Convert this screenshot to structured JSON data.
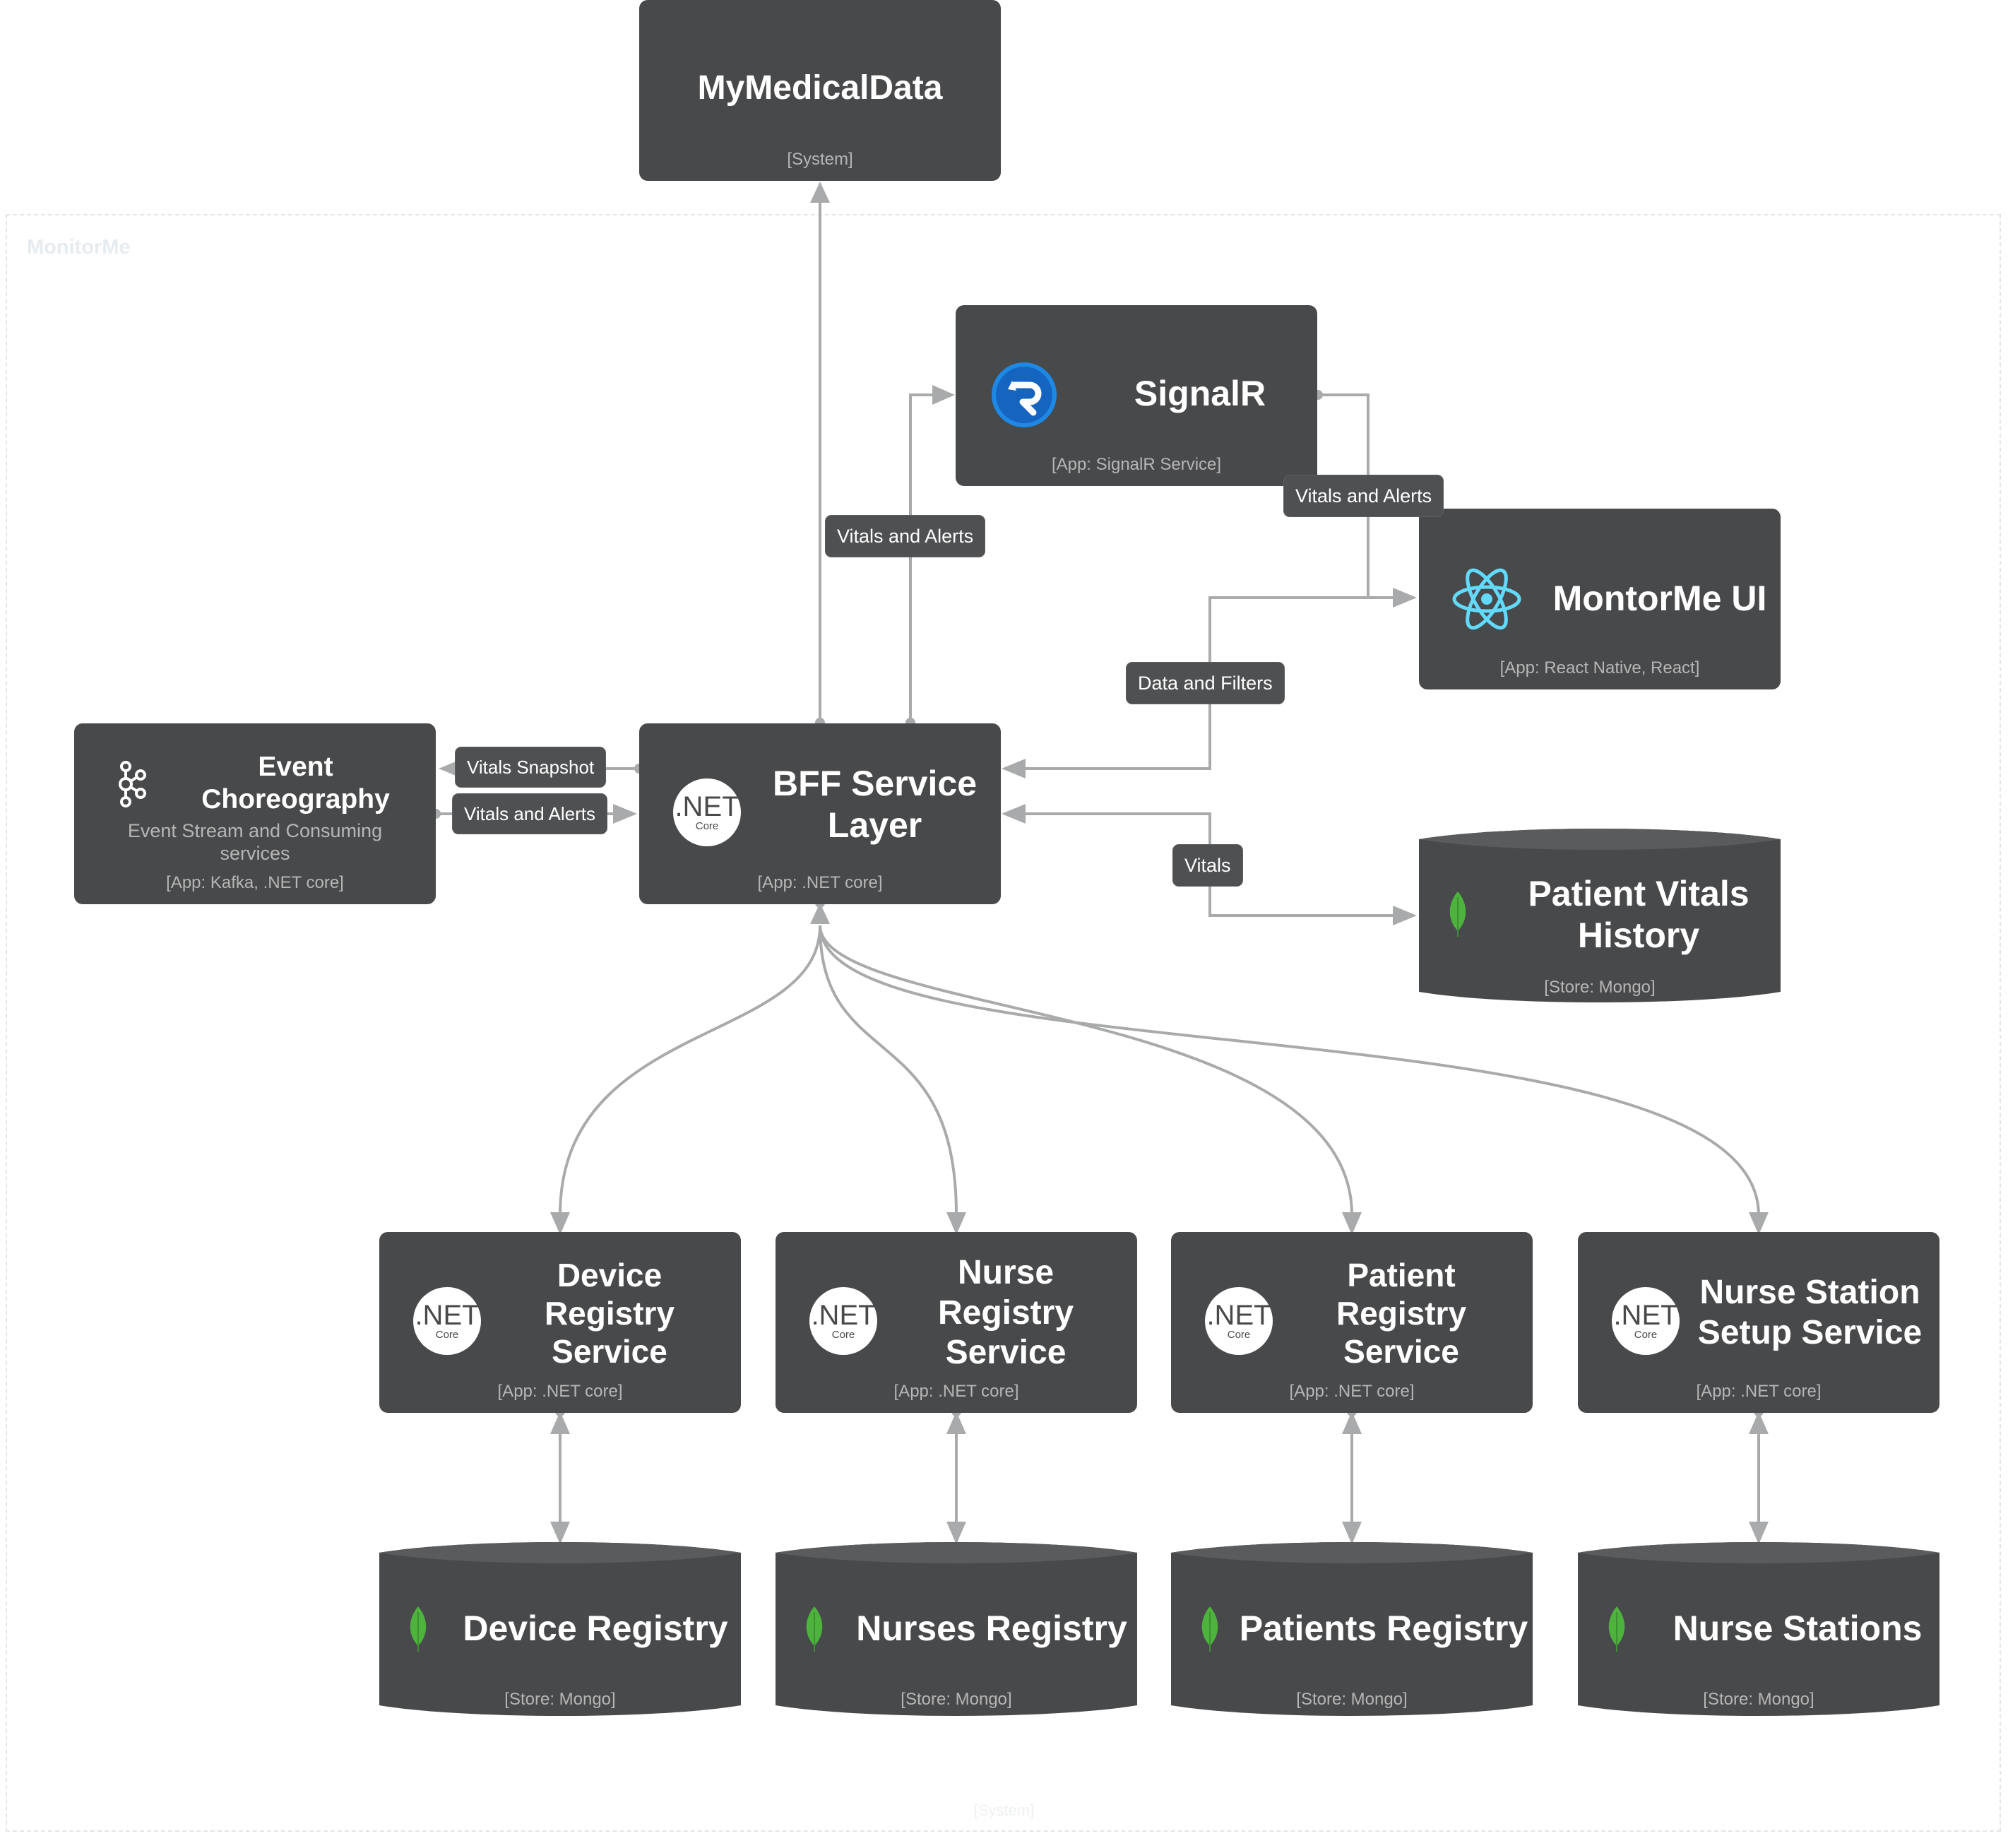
{
  "diagram": {
    "group": {
      "title": "MonitorMe",
      "subtitle": "[System]"
    },
    "nodes": {
      "mymedicaldata": {
        "title": "MyMedicalData",
        "tech": "[System]"
      },
      "signalr": {
        "title": "SignalR",
        "tech": "[App: SignalR Service]",
        "icon": "signalr-icon"
      },
      "monitorme_ui": {
        "title": "MontorMe UI",
        "tech": "[App: React Native, React]",
        "icon": "react-icon"
      },
      "event_choreography": {
        "title": "Event Choreography",
        "description": "Event Stream and Consuming services",
        "tech": "[App: Kafka, .NET core]",
        "icon": "kafka-icon"
      },
      "bff": {
        "title": "BFF Service Layer",
        "tech": "[App: .NET core]",
        "icon": "dotnet-core-icon"
      },
      "patient_vitals_history": {
        "title": "Patient Vitals History",
        "tech": "[Store: Mongo]",
        "icon": "mongodb-leaf-icon"
      },
      "device_registry_service": {
        "title": "Device Registry Service",
        "tech": "[App: .NET core]",
        "icon": "dotnet-core-icon"
      },
      "nurse_registry_service": {
        "title": "Nurse Registry Service",
        "tech": "[App: .NET core]",
        "icon": "dotnet-core-icon"
      },
      "patient_registry_service": {
        "title": "Patient Registry Service",
        "tech": "[App: .NET core]",
        "icon": "dotnet-core-icon"
      },
      "nurse_station_setup_service": {
        "title": "Nurse Station Setup Service",
        "tech": "[App: .NET core]",
        "icon": "dotnet-core-icon"
      },
      "device_registry": {
        "title": "Device Registry",
        "tech": "[Store: Mongo]",
        "icon": "mongodb-leaf-icon"
      },
      "nurses_registry": {
        "title": "Nurses Registry",
        "tech": "[Store: Mongo]",
        "icon": "mongodb-leaf-icon"
      },
      "patients_registry": {
        "title": "Patients Registry",
        "tech": "[Store: Mongo]",
        "icon": "mongodb-leaf-icon"
      },
      "nurse_stations": {
        "title": "Nurse Stations",
        "tech": "[Store: Mongo]",
        "icon": "mongodb-leaf-icon"
      }
    },
    "dotnet_logo": {
      "main": ".NET",
      "sub": "Core"
    },
    "edges": [
      {
        "from": "bff",
        "to": "mymedicaldata",
        "label": ""
      },
      {
        "from": "bff",
        "to": "signalr",
        "label": "Vitals and Alerts"
      },
      {
        "from": "signalr",
        "to": "monitorme_ui",
        "label": "Vitals and Alerts"
      },
      {
        "from": "monitorme_ui",
        "to": "bff",
        "label": "Data and Filters"
      },
      {
        "from": "bff",
        "to": "event_choreography",
        "label": "Vitals Snapshot"
      },
      {
        "from": "event_choreography",
        "to": "bff",
        "label": "Vitals and Alerts"
      },
      {
        "from": "patient_vitals_history",
        "to": "bff",
        "label": "Vitals"
      },
      {
        "from": "bff",
        "to": "device_registry_service",
        "label": ""
      },
      {
        "from": "bff",
        "to": "nurse_registry_service",
        "label": ""
      },
      {
        "from": "bff",
        "to": "patient_registry_service",
        "label": ""
      },
      {
        "from": "bff",
        "to": "nurse_station_setup_service",
        "label": ""
      },
      {
        "from": "device_registry_service",
        "to": "device_registry",
        "label": ""
      },
      {
        "from": "nurse_registry_service",
        "to": "nurses_registry",
        "label": ""
      },
      {
        "from": "patient_registry_service",
        "to": "patients_registry",
        "label": ""
      },
      {
        "from": "nurse_station_setup_service",
        "to": "nurse_stations",
        "label": ""
      }
    ],
    "colors": {
      "node_fill": "#48494b",
      "store_top": "#5a5b5d",
      "line": "#a9aaab",
      "tech_text": "#b6b6b6",
      "mongo_green": "#4db33d",
      "react_cyan": "#61dafb",
      "signalr_blue": "#1e88e5"
    }
  }
}
